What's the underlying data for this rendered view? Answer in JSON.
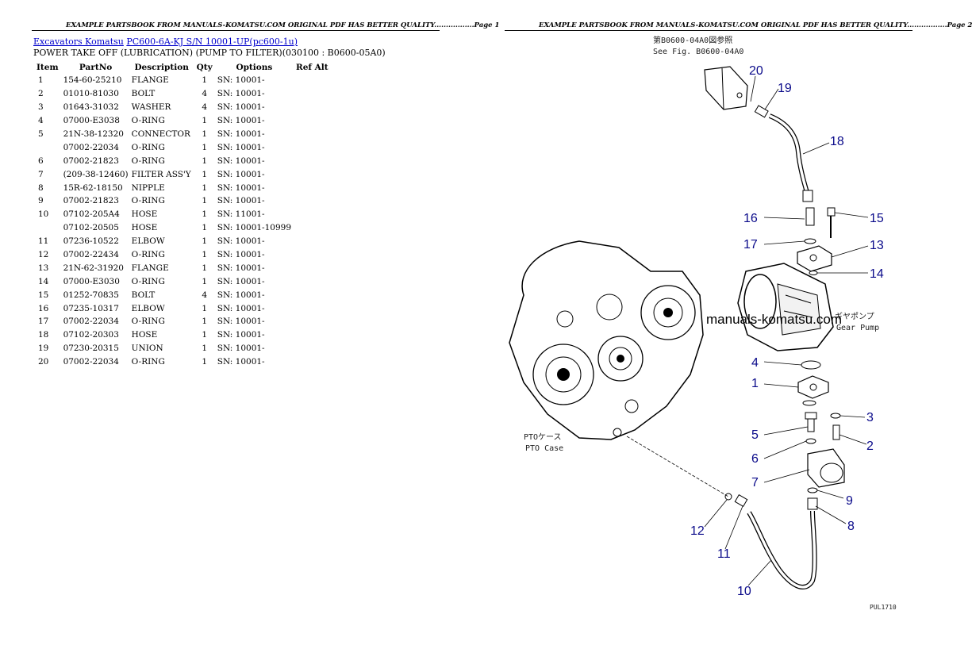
{
  "header": {
    "left": "EXAMPLE PARTSBOOK FROM MANUALS-KOMATSU.COM ORIGINAL PDF HAS BETTER QUALITY.................Page 1",
    "right": "EXAMPLE PARTSBOOK FROM MANUALS-KOMATSU.COM ORIGINAL PDF HAS BETTER QUALITY.................Page 2"
  },
  "breadcrumb": {
    "link1": "Excavators Komatsu",
    "link2": "PC600-6A-KJ S/N 10001-UP(pc600-1u)"
  },
  "subtitle": "POWER TAKE OFF (LUBRICATION) (PUMP TO FILTER)(030100 : B0600-05A0)",
  "table": {
    "headers": [
      "Item",
      "PartNo",
      "Description",
      "Qty",
      "Options",
      "Ref Alt"
    ],
    "rows": [
      [
        "1",
        "154-60-25210",
        "FLANGE",
        "1",
        "SN: 10001-",
        ""
      ],
      [
        "2",
        "01010-81030",
        "BOLT",
        "4",
        "SN: 10001-",
        ""
      ],
      [
        "3",
        "01643-31032",
        "WASHER",
        "4",
        "SN: 10001-",
        ""
      ],
      [
        "4",
        "07000-E3038",
        "O-RING",
        "1",
        "SN: 10001-",
        ""
      ],
      [
        "5",
        "21N-38-12320",
        "CONNECTOR",
        "1",
        "SN: 10001-",
        ""
      ],
      [
        "",
        "07002-22034",
        "O-RING",
        "1",
        "SN: 10001-",
        ""
      ],
      [
        "6",
        "07002-21823",
        "O-RING",
        "1",
        "SN: 10001-",
        ""
      ],
      [
        "7",
        "(209-38-12460)",
        "FILTER ASS'Y",
        "1",
        "SN: 10001-",
        ""
      ],
      [
        "8",
        "15R-62-18150",
        "NIPPLE",
        "1",
        "SN: 10001-",
        ""
      ],
      [
        "9",
        "07002-21823",
        "O-RING",
        "1",
        "SN: 10001-",
        ""
      ],
      [
        "10",
        "07102-205A4",
        "HOSE",
        "1",
        "SN: 11001-",
        ""
      ],
      [
        "",
        "07102-20505",
        "HOSE",
        "1",
        "SN: 10001-10999",
        ""
      ],
      [
        "11",
        "07236-10522",
        "ELBOW",
        "1",
        "SN: 10001-",
        ""
      ],
      [
        "12",
        "07002-22434",
        "O-RING",
        "1",
        "SN: 10001-",
        ""
      ],
      [
        "13",
        "21N-62-31920",
        "FLANGE",
        "1",
        "SN: 10001-",
        ""
      ],
      [
        "14",
        "07000-E3030",
        "O-RING",
        "1",
        "SN: 10001-",
        ""
      ],
      [
        "15",
        "01252-70835",
        "BOLT",
        "4",
        "SN: 10001-",
        ""
      ],
      [
        "16",
        "07235-10317",
        "ELBOW",
        "1",
        "SN: 10001-",
        ""
      ],
      [
        "17",
        "07002-22034",
        "O-RING",
        "1",
        "SN: 10001-",
        ""
      ],
      [
        "18",
        "07102-20303",
        "HOSE",
        "1",
        "SN: 10001-",
        ""
      ],
      [
        "19",
        "07230-20315",
        "UNION",
        "1",
        "SN: 10001-",
        ""
      ],
      [
        "20",
        "07002-22034",
        "O-RING",
        "1",
        "SN: 10001-",
        ""
      ]
    ]
  },
  "diagram": {
    "see_fig_jp": "第B0600-04A0図参照",
    "see_fig": "See Fig. B0600-04A0",
    "watermark": "manuals-komatsu.com",
    "gear_pump_jp": "ギヤポンプ",
    "gear_pump": "Gear Pump",
    "pto_case_jp": "PTOケース",
    "pto_case": "PTO Case",
    "figure_code": "PUL1710",
    "callouts": {
      "c1": "1",
      "c2": "2",
      "c3": "3",
      "c4": "4",
      "c5": "5",
      "c6": "6",
      "c7": "7",
      "c8": "8",
      "c9": "9",
      "c10": "10",
      "c11": "11",
      "c12": "12",
      "c13": "13",
      "c14": "14",
      "c15": "15",
      "c16": "16",
      "c17": "17",
      "c18": "18",
      "c19": "19",
      "c20": "20"
    },
    "colors": {
      "callout": "#0a0a8a",
      "link": "#0000cc"
    }
  }
}
